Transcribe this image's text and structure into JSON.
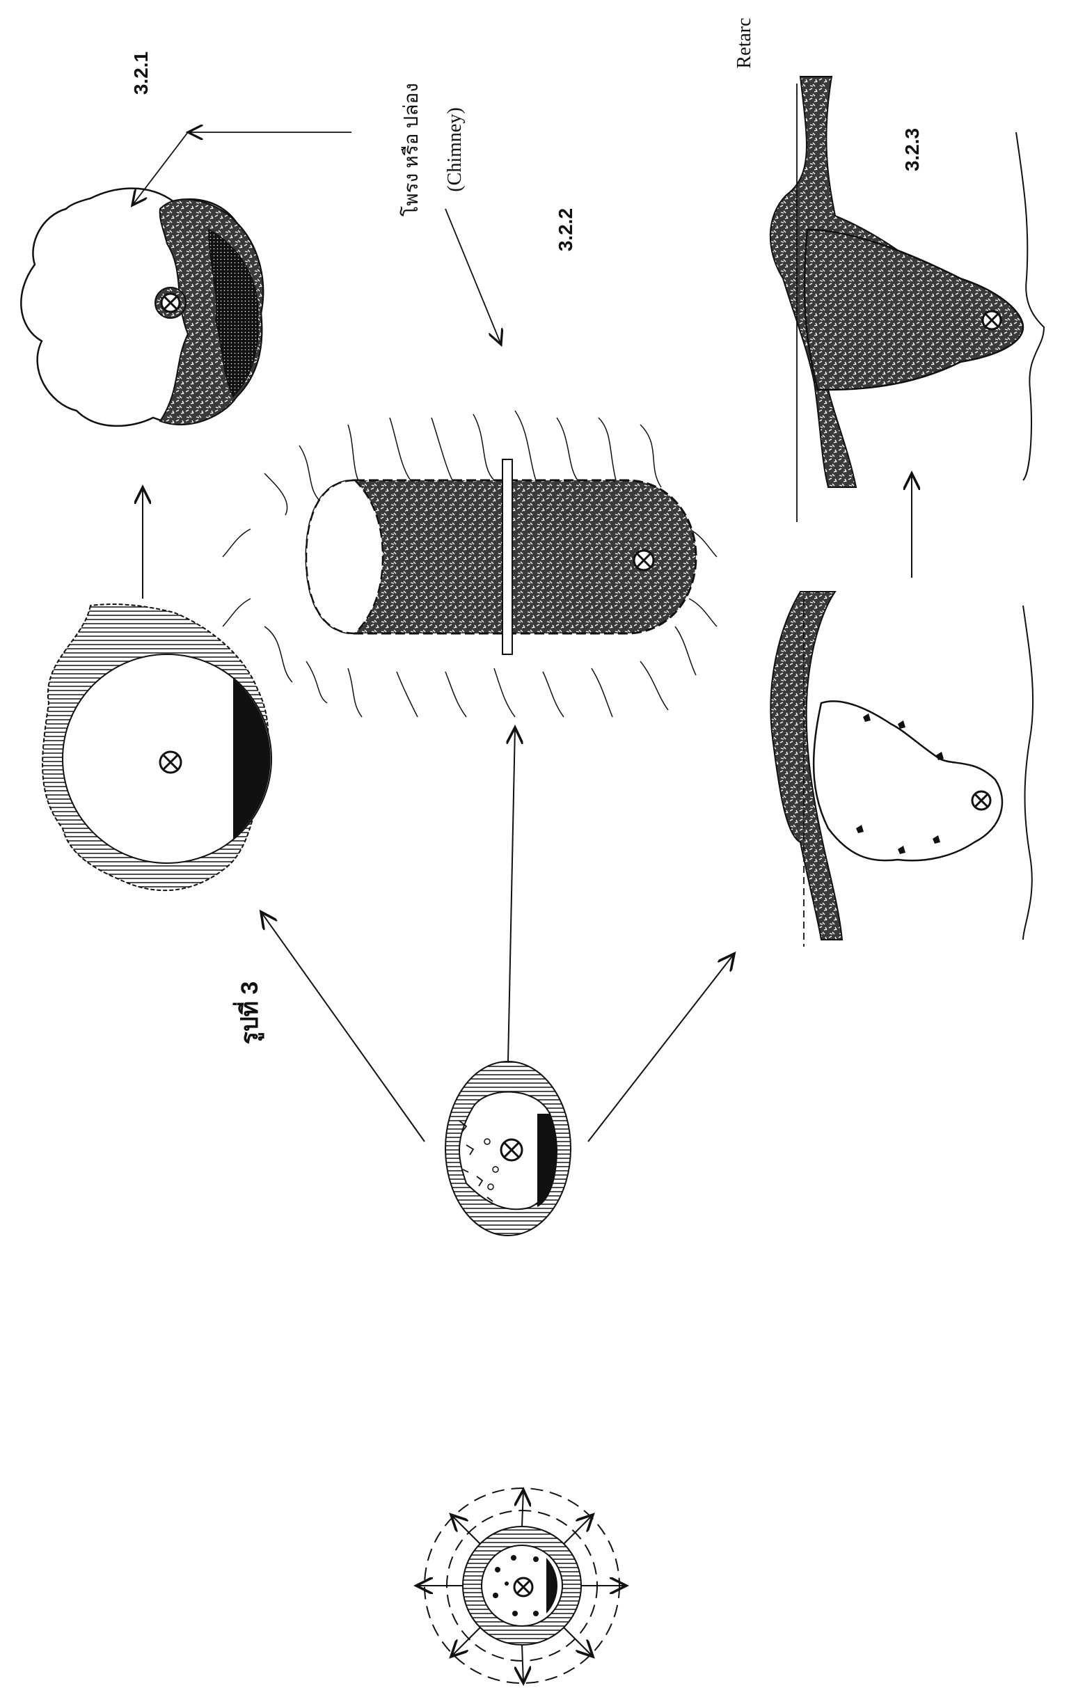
{
  "figure": {
    "title": "รูปที่ 3",
    "panel_labels": {
      "p321": "3.2.1",
      "p322": "3.2.2",
      "p323": "3.2.3"
    },
    "annotations": {
      "chimney_thai": "โพรง หรือ ปล่อง",
      "chimney_en": "(Chimney)",
      "retard": "Retarc"
    },
    "colors": {
      "ink": "#111111",
      "paper": "#ffffff"
    }
  }
}
